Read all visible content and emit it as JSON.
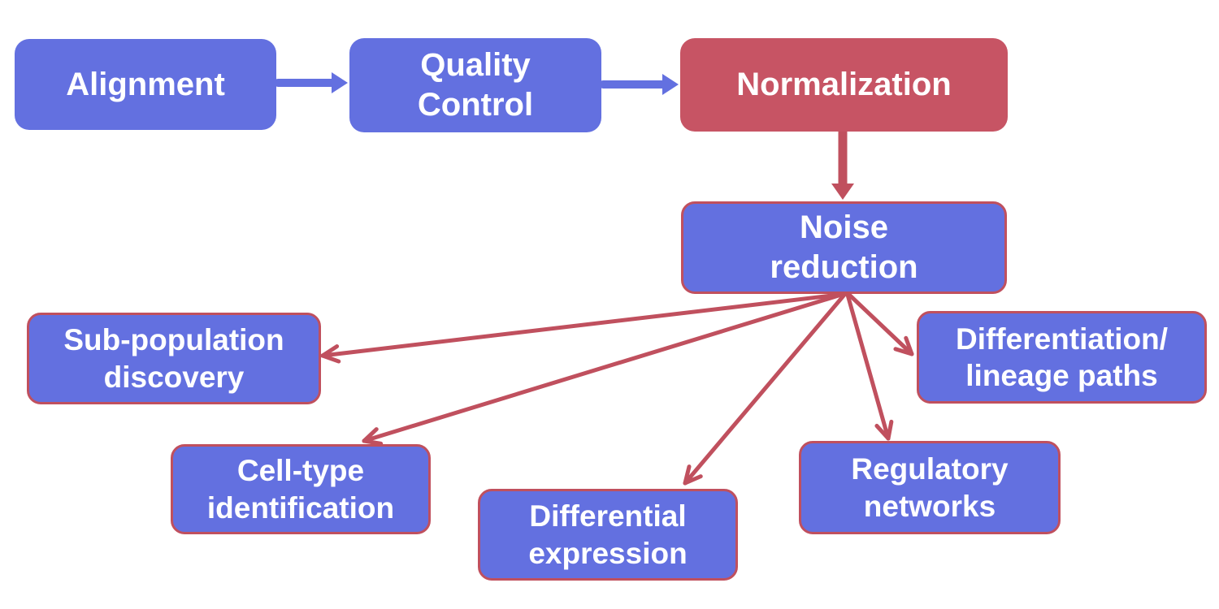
{
  "diagram": {
    "colors": {
      "node_blue": "#6370E0",
      "node_red": "#C75464",
      "node_border_red": "#C0505E",
      "arrow_blue": "#6370E0",
      "arrow_red": "#C0505E",
      "text": "#FFFFFF",
      "background": "#FFFFFF"
    },
    "nodes": [
      {
        "id": "alignment",
        "label": "Alignment",
        "variant": "blue-plain"
      },
      {
        "id": "quality-control",
        "label": "Quality\nControl",
        "variant": "blue-plain"
      },
      {
        "id": "normalization",
        "label": "Normalization",
        "variant": "red-plain"
      },
      {
        "id": "noise-reduction",
        "label": "Noise\nreduction",
        "variant": "blue-outlined"
      },
      {
        "id": "sub-population-discovery",
        "label": "Sub-population\ndiscovery",
        "variant": "blue-outlined"
      },
      {
        "id": "cell-type-identification",
        "label": "Cell-type\nidentification",
        "variant": "blue-outlined"
      },
      {
        "id": "differential-expression",
        "label": "Differential\nexpression",
        "variant": "blue-outlined"
      },
      {
        "id": "regulatory-networks",
        "label": "Regulatory\nnetworks",
        "variant": "blue-outlined"
      },
      {
        "id": "differentiation-lineage-paths",
        "label": "Differentiation/\nlineage paths",
        "variant": "blue-outlined"
      }
    ],
    "edges": [
      {
        "from": "alignment",
        "to": "quality-control",
        "color": "arrow_blue",
        "head": "solid"
      },
      {
        "from": "quality-control",
        "to": "normalization",
        "color": "arrow_blue",
        "head": "solid"
      },
      {
        "from": "normalization",
        "to": "noise-reduction",
        "color": "arrow_red",
        "head": "solid"
      },
      {
        "from": "noise-reduction",
        "to": "sub-population-discovery",
        "color": "arrow_red",
        "head": "open"
      },
      {
        "from": "noise-reduction",
        "to": "cell-type-identification",
        "color": "arrow_red",
        "head": "open"
      },
      {
        "from": "noise-reduction",
        "to": "differential-expression",
        "color": "arrow_red",
        "head": "open"
      },
      {
        "from": "noise-reduction",
        "to": "regulatory-networks",
        "color": "arrow_red",
        "head": "open"
      },
      {
        "from": "noise-reduction",
        "to": "differentiation-lineage-paths",
        "color": "arrow_red",
        "head": "open"
      }
    ]
  }
}
